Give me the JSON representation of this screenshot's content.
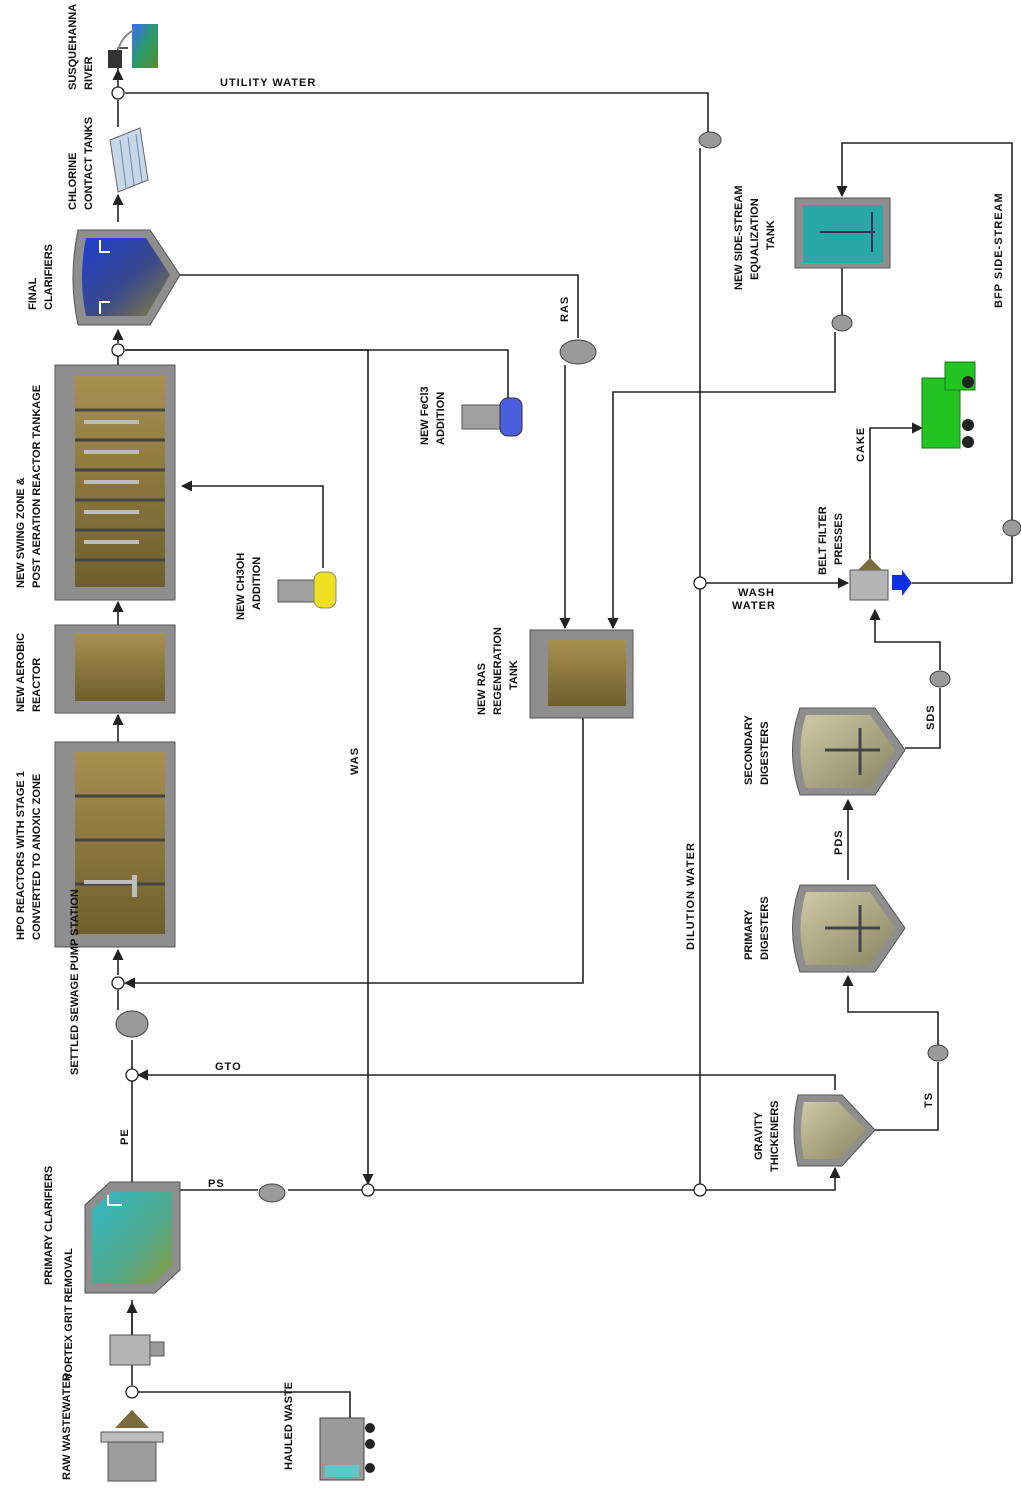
{
  "labels": {
    "raw_wastewater": "RAW WASTEWATER",
    "hauled_waste": "HAULED WASTE",
    "vortex_grit_removal": "VORTEX GRIT REMOVAL",
    "primary_clarifiers": "PRIMARY CLARIFIERS",
    "settled_sewage_pump_station": "SETTLED SEWAGE PUMP STATION",
    "hpo_reactors": [
      "HPO REACTORS WITH STAGE 1",
      "CONVERTED TO ANOXIC ZONE"
    ],
    "new_aerobic_reactor": [
      "NEW AEROBIC",
      "REACTOR"
    ],
    "new_swing_zone": [
      "NEW SWING ZONE &",
      "POST AERATION REACTOR TANKAGE"
    ],
    "final_clarifiers": [
      "FINAL",
      "CLARIFIERS"
    ],
    "chlorine_contact_tanks": [
      "CHLORINE",
      "CONTACT TANKS"
    ],
    "susquehanna_river": [
      "SUSQUEHANNA",
      "RIVER"
    ],
    "new_ch3oh_addition": [
      "NEW CH3OH",
      "ADDITION"
    ],
    "new_fecl3_addition": [
      "NEW FeCl3",
      "ADDITION"
    ],
    "new_ras_regeneration_tank": [
      "NEW RAS",
      "REGENERATION",
      "TANK"
    ],
    "gravity_thickeners": [
      "GRAVITY",
      "THICKENERS"
    ],
    "primary_digesters": [
      "PRIMARY",
      "DIGESTERS"
    ],
    "secondary_digesters": [
      "SECONDARY",
      "DIGESTERS"
    ],
    "belt_filter_presses": [
      "BELT FILTER",
      "PRESSES"
    ],
    "new_side_stream_eq_tank": [
      "NEW SIDE-STREAM",
      "EQUALIZATION",
      "TANK"
    ]
  },
  "streams": {
    "pe": "PE",
    "ps": "PS",
    "gto": "GTO",
    "was": "WAS",
    "ras": "RAS",
    "ts": "TS",
    "pds": "PDS",
    "sds": "SDS",
    "cake": "CAKE",
    "utility_water": "UTILITY WATER",
    "dilution_water": "DILUTION WATER",
    "wash_water": [
      "WASH",
      "WATER"
    ],
    "bfp_side_stream": "BFP SIDE-STREAM"
  },
  "colors": {
    "line": "#222222",
    "sludge_brown": "#7a6a3a",
    "tank_grey": "#8e8e8e",
    "clarifier_blue": "#1f3fd0",
    "primary_clarifier_teal": "#2fb9c9",
    "eq_tank_teal": "#2aa8a8",
    "ch3oh_yellow": "#f0e020",
    "fecl3_blue": "#4a5fe0",
    "truck_green": "#22c522",
    "arrow_blue": "#1030e0"
  }
}
